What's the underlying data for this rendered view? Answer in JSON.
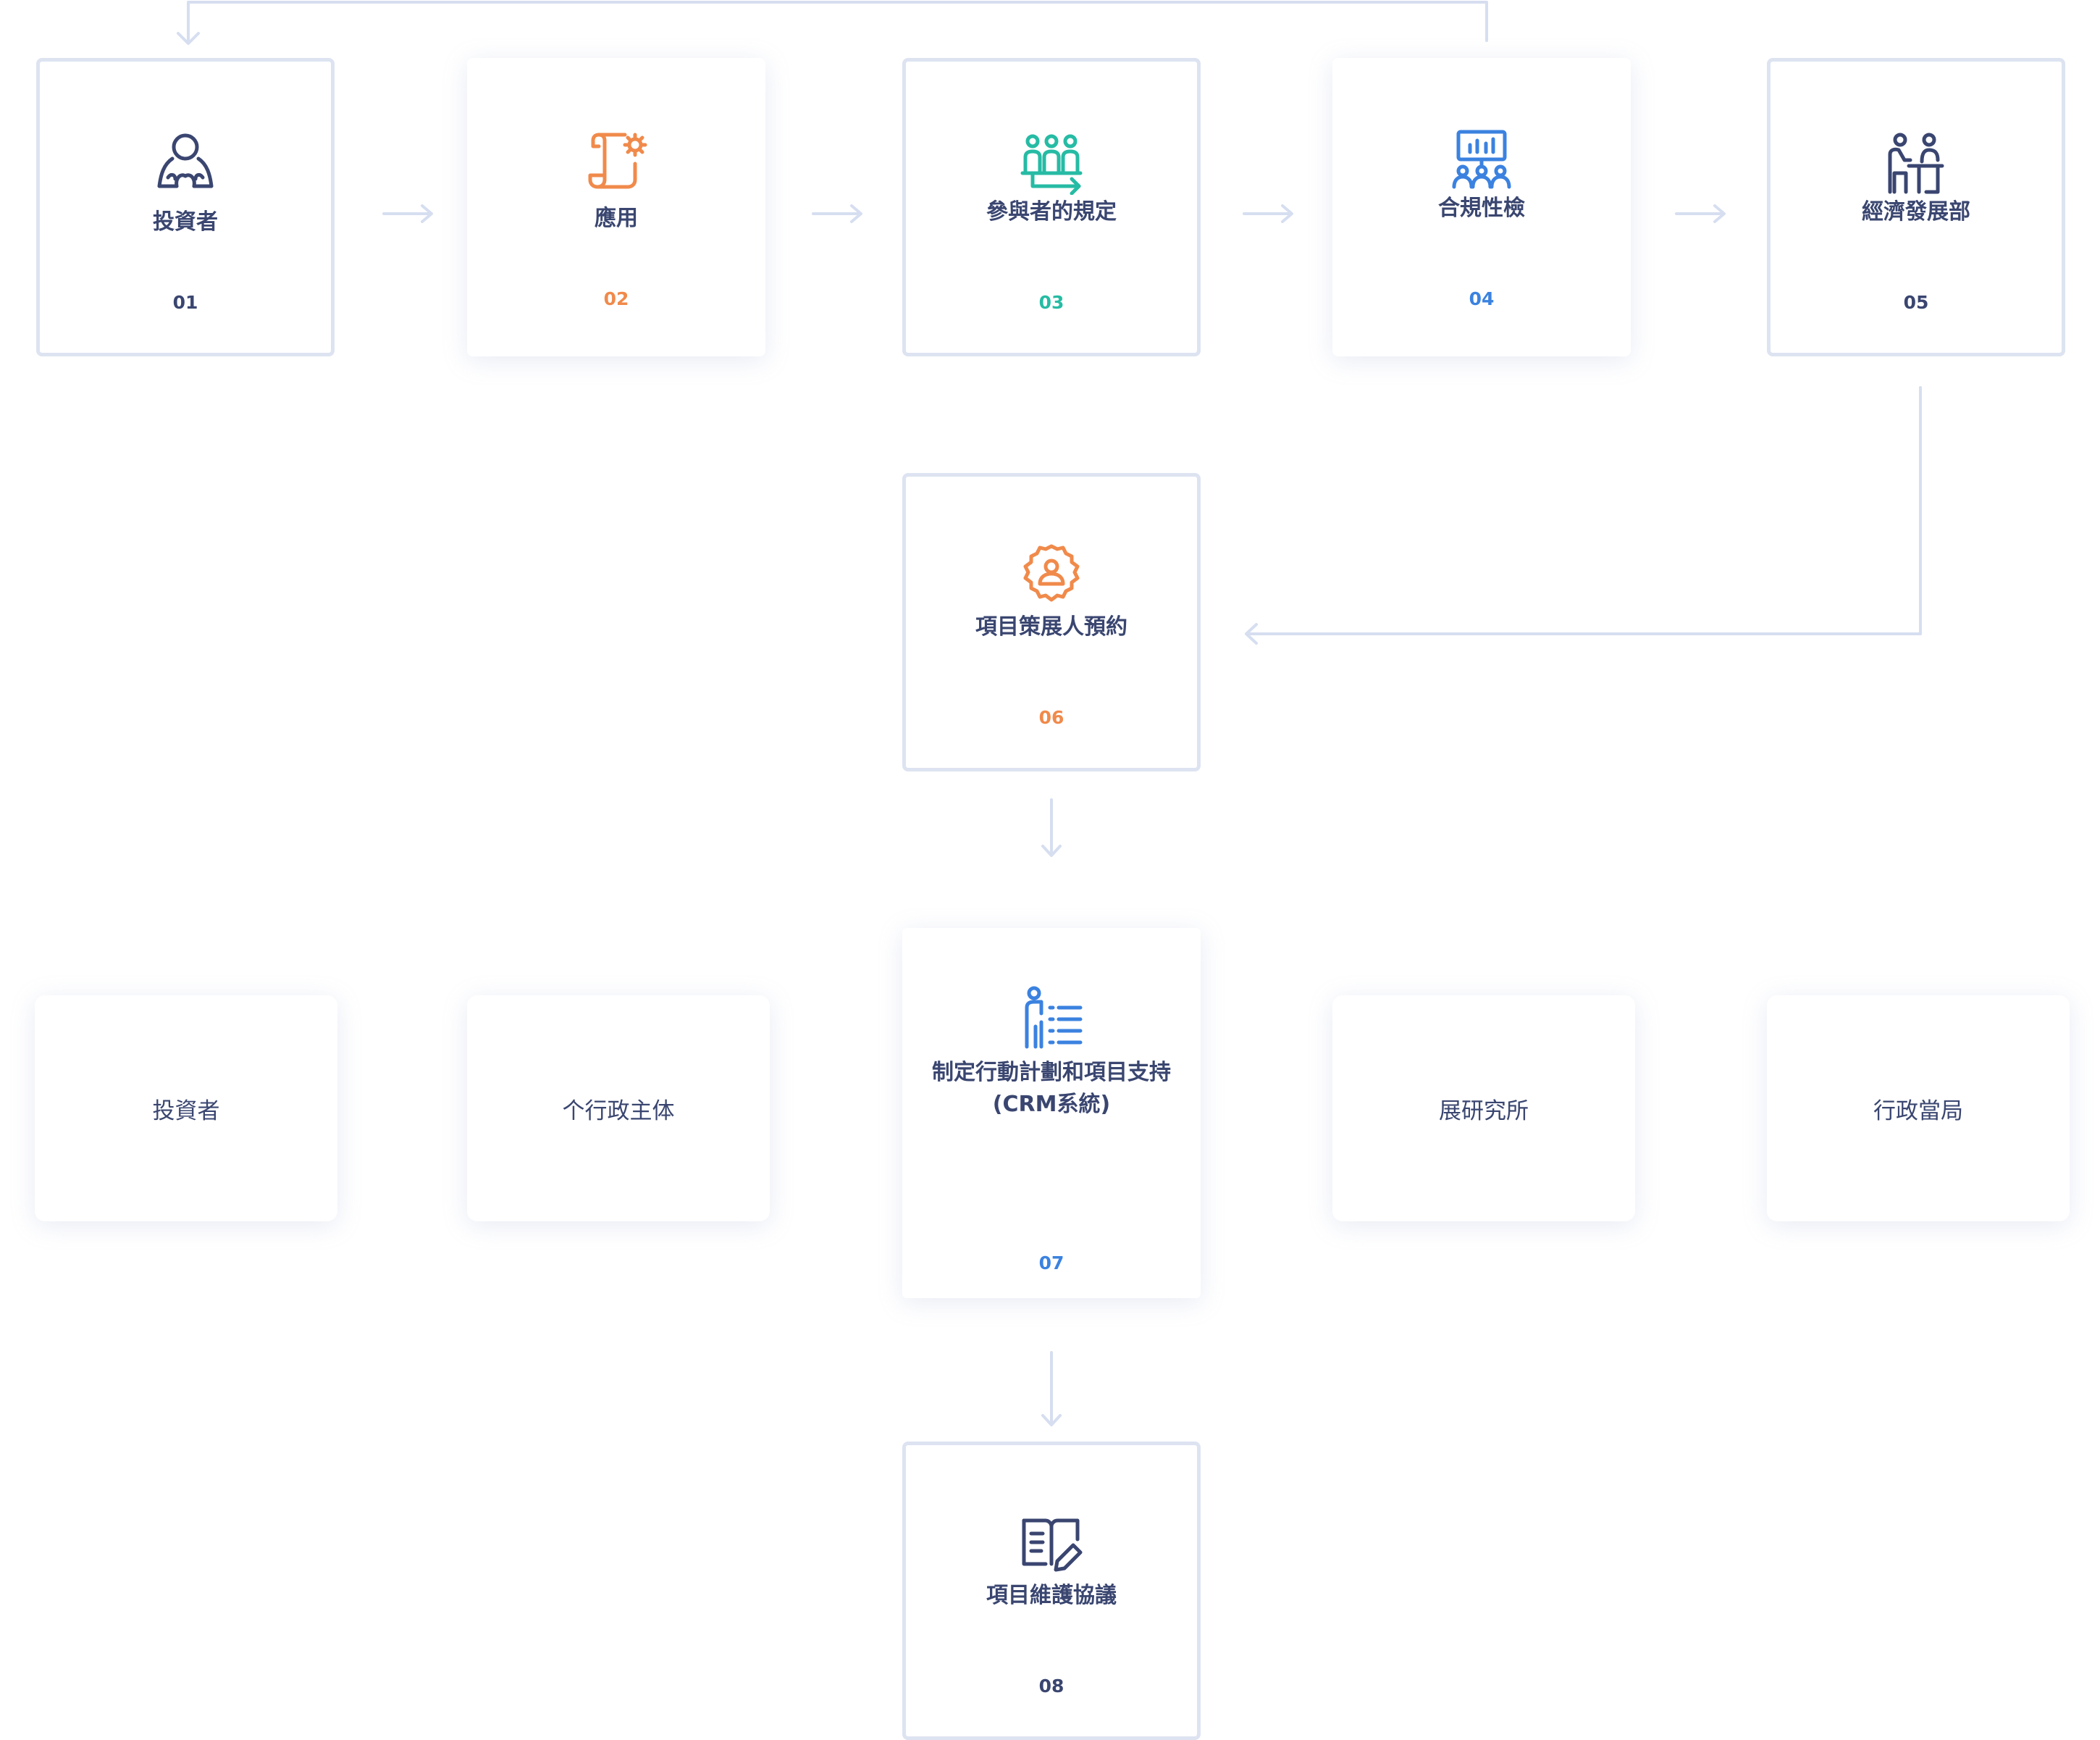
{
  "colors": {
    "navy": "#3a4670",
    "orange": "#f08a4b",
    "teal": "#26bba4",
    "blue": "#3b82e0",
    "connector": "#d6def0"
  },
  "steps": [
    {
      "title": "投資者",
      "number": "01",
      "icon": "investor-icon",
      "accent": "#3a4670"
    },
    {
      "title": "應用",
      "number": "02",
      "icon": "application-scroll-gear-icon",
      "accent": "#f08a4b"
    },
    {
      "title": "參與者的規定",
      "number": "03",
      "icon": "participants-arrow-icon",
      "accent": "#26bba4"
    },
    {
      "title": "合規性檢",
      "number": "04",
      "icon": "compliance-chart-audience-icon",
      "accent": "#3b82e0"
    },
    {
      "title": "經濟發展部",
      "number": "05",
      "icon": "office-desk-people-icon",
      "accent": "#3a4670"
    },
    {
      "title": "項目策展人預約",
      "number": "06",
      "icon": "gear-person-icon",
      "accent": "#f08a4b"
    },
    {
      "title": "制定行動計劃和項目支持 (CRM系統)",
      "number": "07",
      "icon": "person-list-icon",
      "accent": "#3b82e0"
    },
    {
      "title": "項目維護協議",
      "number": "08",
      "icon": "book-pen-icon",
      "accent": "#3a4670"
    }
  ],
  "entities": [
    "投資者",
    "个行政主体",
    "展研究所",
    "行政當局"
  ]
}
